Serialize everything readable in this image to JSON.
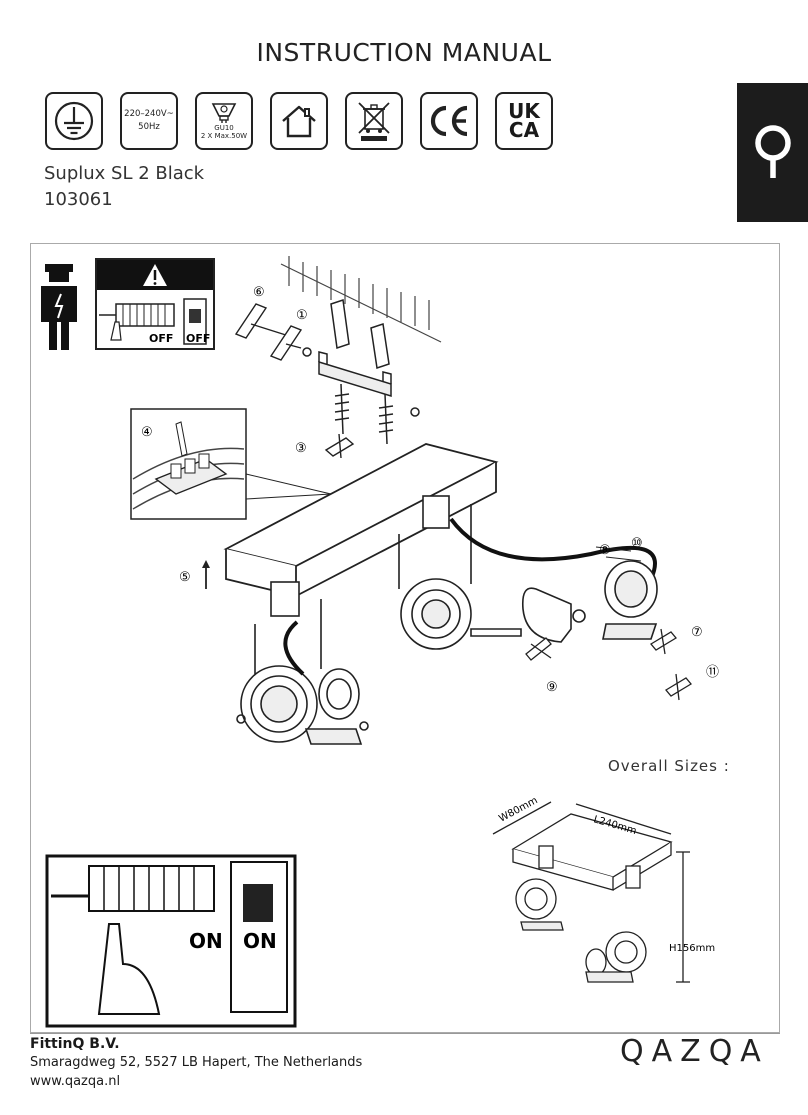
{
  "header": {
    "title": "INSTRUCTION MANUAL"
  },
  "icons": {
    "earth": "earth-ground-icon",
    "voltage": {
      "line1": "220–240V~",
      "line2": "50Hz"
    },
    "bulb": {
      "line1": "GU10",
      "line2": "2 X Max.50W"
    },
    "indoor": "house-indoor-icon",
    "weee": "crossed-bin-icon",
    "ce": "CE",
    "ukca": {
      "line1": "UK",
      "line2": "CA"
    }
  },
  "product": {
    "name": "Suplux SL 2 Black",
    "code": "103061"
  },
  "steps": {
    "s1": "①",
    "s3": "③",
    "s4": "④",
    "s5": "⑤",
    "s6": "⑥",
    "s7": "⑦",
    "s8": "⑧",
    "s9": "⑨",
    "s10": "⑩",
    "s11": "⑪"
  },
  "switch_off": {
    "label_a": "OFF",
    "label_b": "OFF"
  },
  "switch_on": {
    "label_a": "ON",
    "label_b": "ON"
  },
  "sizes": {
    "title": "Overall Sizes :",
    "width": "W80mm",
    "length": "L240mm",
    "height": "H156mm"
  },
  "footer": {
    "company": "FittinQ B.V.",
    "address": "Smaragdweg 52, 5527 LB Hapert, The Netherlands",
    "website": "www.qazqa.nl",
    "logo": "QAZQA"
  }
}
